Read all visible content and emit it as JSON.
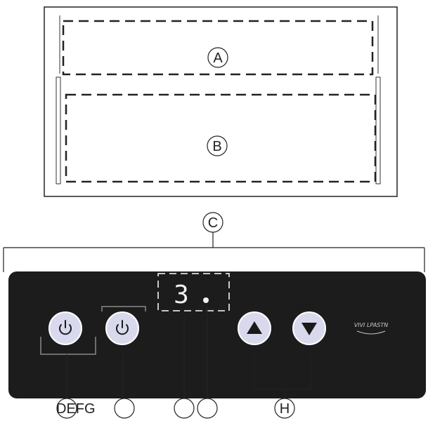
{
  "diagram": {
    "callouts": {
      "a": "A",
      "b": "B",
      "c": "C",
      "defg": "DEFG",
      "h": "H"
    },
    "display": {
      "digit": "3"
    },
    "brand_mark": "VIVI LPASTN",
    "icons": {
      "power_left": "power-icon",
      "power_right": "power-icon",
      "up": "triangle-up-icon",
      "down": "triangle-down-icon"
    },
    "colors": {
      "panel": "#1c1c1c",
      "button_fill": "#d9d9ee",
      "button_glyph": "#1a1a1a",
      "display_digit": "#f2f2f2",
      "line": "#222222"
    }
  }
}
